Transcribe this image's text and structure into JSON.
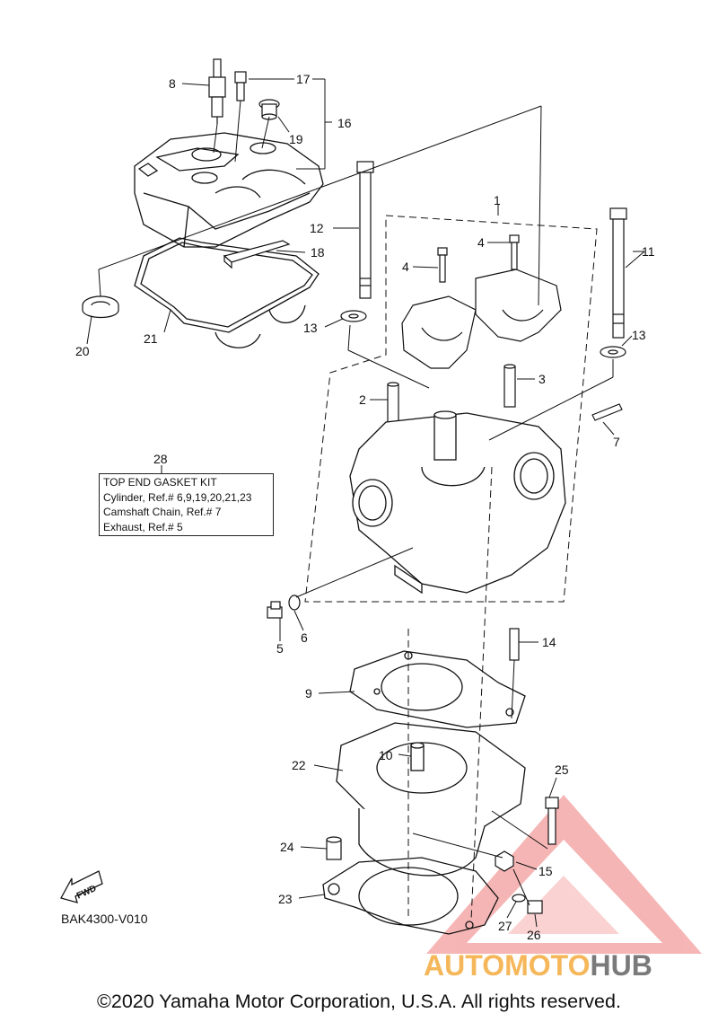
{
  "callouts": {
    "n1": "1",
    "n2": "2",
    "n3": "3",
    "n4a": "4",
    "n4b": "4",
    "n5": "5",
    "n6": "6",
    "n7": "7",
    "n8": "8",
    "n9": "9",
    "n10": "10",
    "n11": "11",
    "n12": "12",
    "n13a": "13",
    "n13b": "13",
    "n14": "14",
    "n15": "15",
    "n16": "16",
    "n17": "17",
    "n18": "18",
    "n19": "19",
    "n20": "20",
    "n21": "21",
    "n22": "22",
    "n23": "23",
    "n24": "24",
    "n25": "25",
    "n26": "26",
    "n27": "27",
    "n28": "28"
  },
  "kit": {
    "title": "TOP END GASKET KIT",
    "lines": [
      "Cylinder, Ref.# 6,9,19,20,21,23",
      "Camshaft Chain, Ref.# 7",
      "Exhaust, Ref.# 5"
    ]
  },
  "fwd_label": "FWD",
  "ref_code": "BAK4300-V010",
  "watermark": {
    "part1": "AUTOMOTO",
    "part2": "HUB",
    "color_accent": "#f5b75a",
    "color_triangle": "#e84c4c"
  },
  "copyright": "©2020 Yamaha Motor Corporation, U.S.A. All rights reserved."
}
